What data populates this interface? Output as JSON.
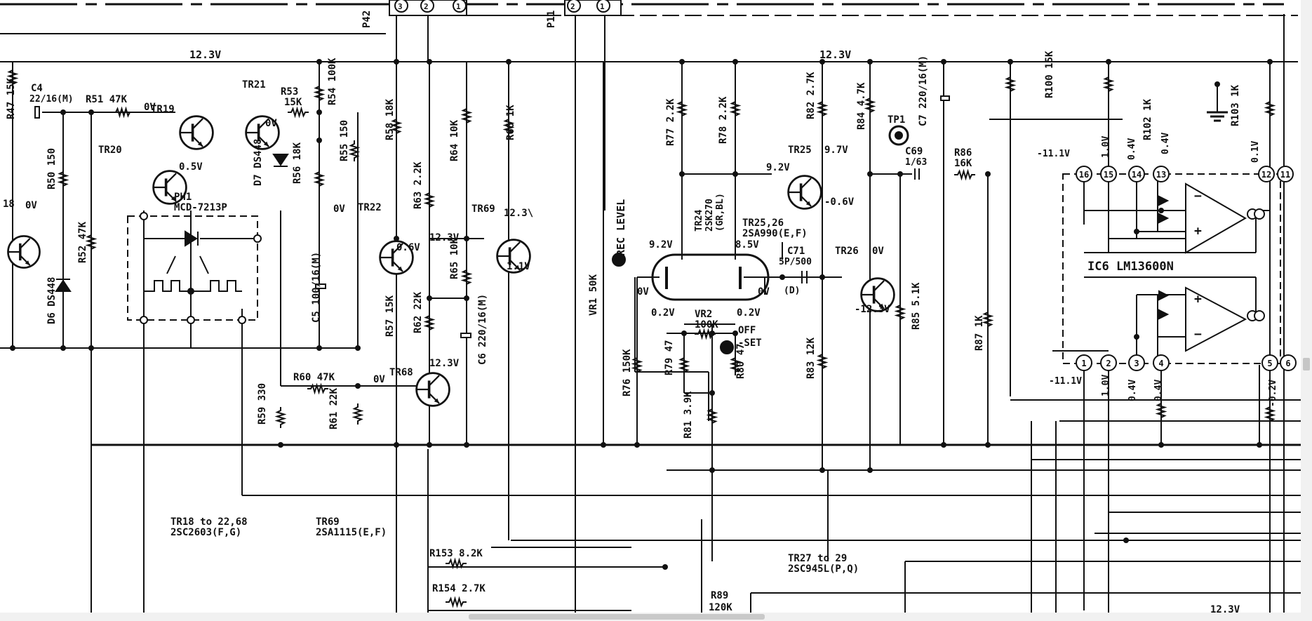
{
  "labels": {
    "connectors": [
      {
        "id": "p42",
        "text": "P42"
      },
      {
        "id": "p11",
        "text": "P11"
      },
      {
        "id": "p42-pin3",
        "text": "3"
      },
      {
        "id": "p42-pin2",
        "text": "2"
      },
      {
        "id": "p42-pin1",
        "text": "1"
      },
      {
        "id": "p11-pin2",
        "text": "2"
      },
      {
        "id": "p11-pin1",
        "text": "1"
      }
    ],
    "voltages": [
      {
        "id": "v-12-3-a",
        "text": "12.3V"
      },
      {
        "id": "v-12-3-b",
        "text": "12.3V"
      },
      {
        "id": "v-tr19",
        "text": "0V"
      },
      {
        "id": "v-tr21",
        "text": "0V"
      },
      {
        "id": "v-tr20",
        "text": "0.5V"
      },
      {
        "id": "v-tr18",
        "text": "0V"
      },
      {
        "id": "v-tr22",
        "text": "0V"
      },
      {
        "id": "v-0-6",
        "text": "0.6V"
      },
      {
        "id": "v-tr69-b",
        "text": "12.3V"
      },
      {
        "id": "v-tr69-e",
        "text": "12.3\\"
      },
      {
        "id": "v-tr69-c",
        "text": "1.1V"
      },
      {
        "id": "v-tr68-b",
        "text": "0V"
      },
      {
        "id": "v-tr68-c",
        "text": "12.3V"
      },
      {
        "id": "v-9-2-a",
        "text": "9.2V"
      },
      {
        "id": "v-8-5",
        "text": "8.5V"
      },
      {
        "id": "v-0v-a",
        "text": "0V"
      },
      {
        "id": "v-0v-b",
        "text": "0V"
      },
      {
        "id": "v-0-2-a",
        "text": "0.2V"
      },
      {
        "id": "v-0-2-b",
        "text": "0.2V"
      },
      {
        "id": "v-9-2-b",
        "text": "9.2V"
      },
      {
        "id": "v-9-7",
        "text": "9.7V"
      },
      {
        "id": "v-neg-0-6",
        "text": "-0.6V"
      },
      {
        "id": "v-tr26",
        "text": "0V"
      },
      {
        "id": "v-neg-12-3",
        "text": "-12.3V"
      },
      {
        "id": "v-neg-11-1-a",
        "text": "-11.1V"
      },
      {
        "id": "v-1-0-a",
        "text": "1.0V"
      },
      {
        "id": "v-0-4-a",
        "text": "0.4V"
      },
      {
        "id": "v-0-4-b",
        "text": "0.4V"
      },
      {
        "id": "v-0-1",
        "text": "0.1V"
      },
      {
        "id": "v-neg-11-1-b",
        "text": "-11.1V"
      },
      {
        "id": "v-1-0-b",
        "text": "1.0V"
      },
      {
        "id": "v-0-4-c",
        "text": "0.4V"
      },
      {
        "id": "v-0-4-d",
        "text": "0.4V"
      },
      {
        "id": "v-neg-0-2",
        "text": "-0.2V"
      },
      {
        "id": "v-12-3-bottom",
        "text": "12.3V"
      }
    ],
    "components": [
      {
        "id": "r47",
        "text": "R47 15K"
      },
      {
        "id": "c4-name",
        "text": "C4"
      },
      {
        "id": "c4-val",
        "text": "22/16(M)"
      },
      {
        "id": "r51",
        "text": "R51 47K"
      },
      {
        "id": "tr19",
        "text": "TR19"
      },
      {
        "id": "tr21",
        "text": "TR21"
      },
      {
        "id": "tr20",
        "text": "TR20"
      },
      {
        "id": "tr18",
        "text": "18"
      },
      {
        "id": "r53-name",
        "text": "R53"
      },
      {
        "id": "r53-val",
        "text": "15K"
      },
      {
        "id": "r54",
        "text": "R54 100K"
      },
      {
        "id": "r50",
        "text": "R50 150"
      },
      {
        "id": "r52",
        "text": "R52 47K"
      },
      {
        "id": "d6",
        "text": "D6 DS448"
      },
      {
        "id": "d7",
        "text": "D7 DS448"
      },
      {
        "id": "r56",
        "text": "R56 18K"
      },
      {
        "id": "r55",
        "text": "R55 150"
      },
      {
        "id": "ph1-name",
        "text": "PH1"
      },
      {
        "id": "ph1-part",
        "text": "MCD-7213P"
      },
      {
        "id": "c5",
        "text": "C5 100/16(M)"
      },
      {
        "id": "r58",
        "text": "R58 18K"
      },
      {
        "id": "tr22",
        "text": "TR22"
      },
      {
        "id": "r63",
        "text": "R63 2.2K"
      },
      {
        "id": "r57",
        "text": "R57 15K"
      },
      {
        "id": "r62",
        "text": "R62 22K"
      },
      {
        "id": "r64",
        "text": "R64 10K"
      },
      {
        "id": "r65",
        "text": "R65 10K"
      },
      {
        "id": "c6",
        "text": "C6 220/16(M)"
      },
      {
        "id": "r66",
        "text": "R66 1K"
      },
      {
        "id": "tr69",
        "text": "TR69"
      },
      {
        "id": "tr68",
        "text": "TR68"
      },
      {
        "id": "r60",
        "text": "R60 47K"
      },
      {
        "id": "r61",
        "text": "R61 22K"
      },
      {
        "id": "r59",
        "text": "R59 330"
      },
      {
        "id": "vr1",
        "text": "VR1 50K"
      },
      {
        "id": "rec-level",
        "text": "REC LEVEL"
      },
      {
        "id": "r77",
        "text": "R77 2.2K"
      },
      {
        "id": "r78",
        "text": "R78 2.2K"
      },
      {
        "id": "tr24-name",
        "text": "TR24"
      },
      {
        "id": "tr24-part",
        "text": "2SK270"
      },
      {
        "id": "tr24-grade",
        "text": "(GR,BL)"
      },
      {
        "id": "tr25-26-name",
        "text": "TR25,26"
      },
      {
        "id": "tr25-26-part",
        "text": "2SA990(E,F)"
      },
      {
        "id": "r82",
        "text": "R82 2.7K"
      },
      {
        "id": "tr25",
        "text": "TR25"
      },
      {
        "id": "c71",
        "text": "C71"
      },
      {
        "id": "c71-val",
        "text": "5P/500"
      },
      {
        "id": "c71-d",
        "text": "(D)"
      },
      {
        "id": "tr26",
        "text": "TR26"
      },
      {
        "id": "vr2-name",
        "text": "VR2"
      },
      {
        "id": "vr2-val",
        "text": "100K"
      },
      {
        "id": "off-set-1",
        "text": "OFF"
      },
      {
        "id": "off-set-2",
        "text": "-SET"
      },
      {
        "id": "r76",
        "text": "R76 150K"
      },
      {
        "id": "r79",
        "text": "R79 47"
      },
      {
        "id": "r80",
        "text": "R80 47"
      },
      {
        "id": "r81",
        "text": "R81 3.9K"
      },
      {
        "id": "r83",
        "text": "R83 12K"
      },
      {
        "id": "r84",
        "text": "R84 4.7K"
      },
      {
        "id": "tp1",
        "text": "TP1"
      },
      {
        "id": "c7",
        "text": "C7 220/16(M)"
      },
      {
        "id": "c69-name",
        "text": "C69"
      },
      {
        "id": "c69-val",
        "text": "1/63"
      },
      {
        "id": "r86-name",
        "text": "R86"
      },
      {
        "id": "r86-val",
        "text": "16K"
      },
      {
        "id": "r85",
        "text": "R85 5.1K"
      },
      {
        "id": "r87",
        "text": "R87 1K"
      },
      {
        "id": "r100",
        "text": "R100 15K"
      },
      {
        "id": "r102",
        "text": "R102 1K"
      },
      {
        "id": "r103",
        "text": "R103 1K"
      },
      {
        "id": "ic6",
        "text": "IC6 LM13600N"
      },
      {
        "id": "tr18-22-68",
        "text": "TR18 to 22,68"
      },
      {
        "id": "tr18-part",
        "text": "2SC2603(F,G)"
      },
      {
        "id": "tr69-note",
        "text": "TR69"
      },
      {
        "id": "tr69-part",
        "text": "2SA1115(E,F)"
      },
      {
        "id": "tr27-29",
        "text": "TR27 to 29"
      },
      {
        "id": "tr27-part",
        "text": "2SC945L(P,Q)"
      },
      {
        "id": "r153",
        "text": "R153 8.2K"
      },
      {
        "id": "r154",
        "text": "R154 2.7K"
      },
      {
        "id": "r89-name",
        "text": "R89"
      },
      {
        "id": "r89-val",
        "text": "120K"
      }
    ],
    "ic_pins": [
      {
        "id": "pin16",
        "text": "16"
      },
      {
        "id": "pin15",
        "text": "15"
      },
      {
        "id": "pin14",
        "text": "14"
      },
      {
        "id": "pin13",
        "text": "13"
      },
      {
        "id": "pin12",
        "text": "12"
      },
      {
        "id": "pin11",
        "text": "11"
      },
      {
        "id": "pin1",
        "text": "1"
      },
      {
        "id": "pin2",
        "text": "2"
      },
      {
        "id": "pin3",
        "text": "3"
      },
      {
        "id": "pin4",
        "text": "4"
      },
      {
        "id": "pin5",
        "text": "5"
      },
      {
        "id": "pin6",
        "text": "6"
      },
      {
        "id": "opamp-upper-minus",
        "text": "−"
      },
      {
        "id": "opamp-upper-plus",
        "text": "+"
      },
      {
        "id": "opamp-lower-plus",
        "text": "+"
      },
      {
        "id": "opamp-lower-minus",
        "text": "−"
      }
    ]
  },
  "colors": {
    "ink": "#111111",
    "paper": "#ffffff",
    "scrollbar_track": "#f1f1f1",
    "scrollbar_thumb": "#c6c6c6"
  }
}
